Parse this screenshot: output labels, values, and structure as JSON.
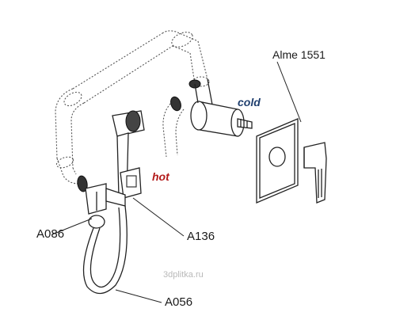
{
  "labels": {
    "model": "Alme 1551",
    "cold": "cold",
    "hot": "hot",
    "part_a086": "A086",
    "part_a136": "A136",
    "part_a056": "A056",
    "watermark": "3dplitka.ru"
  },
  "colors": {
    "hot": "#b31b1b",
    "cold": "#1f3f6e",
    "line": "#222222",
    "dashed_pipe": "#555555",
    "fitting_dark": "#333333"
  }
}
